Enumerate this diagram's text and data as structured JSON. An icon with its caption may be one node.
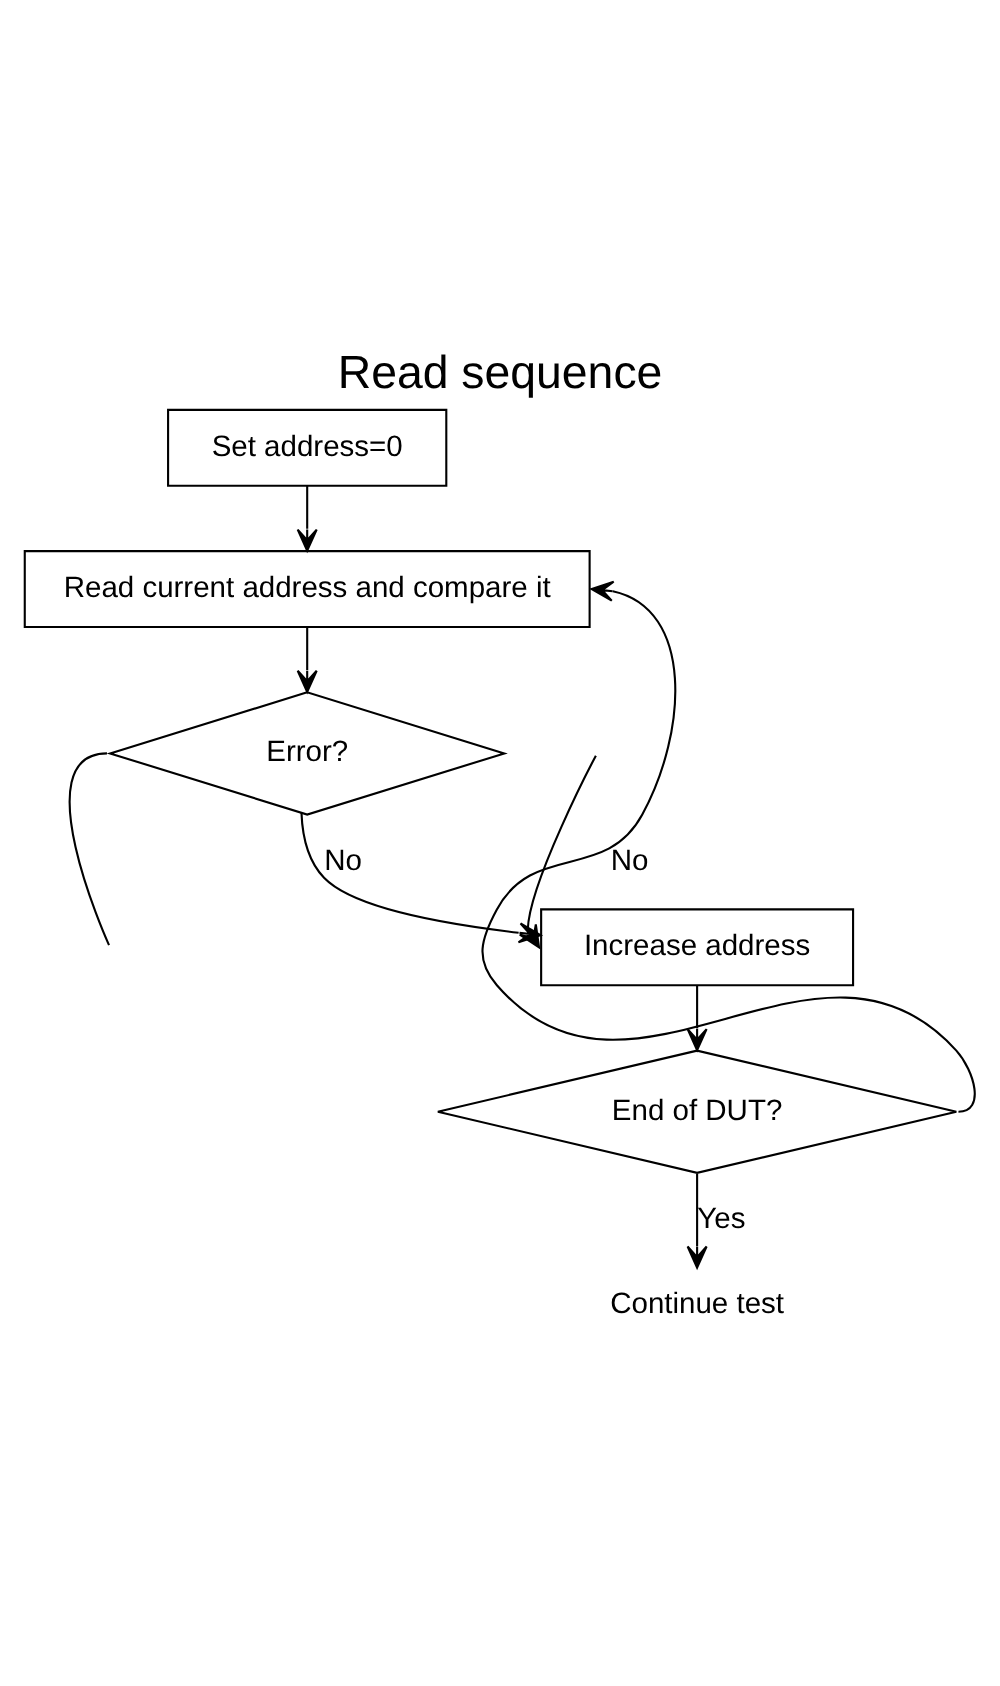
{
  "diagram": {
    "title": "Read sequence",
    "nodes": [
      {
        "text": [
          "Set address=0"
        ]
      },
      {
        "text": [
          "Read current address and compare it"
        ]
      },
      {
        "text": [
          "Error?"
        ]
      },
      {
        "text": [
          "Increase address"
        ]
      },
      {
        "text": [
          "End of DUT?"
        ]
      },
      {
        "text": [
          "Continue test"
        ]
      }
    ],
    "edges": [
      {
        "from": 0,
        "to": 1,
        "arrow": "to"
      },
      {
        "from": 1,
        "to": 2,
        "arrow": "to"
      },
      {
        "from": 2,
        "to": null,
        "arrow": "none"
      },
      {
        "from": 2,
        "to": 3,
        "label": "No",
        "arrow": "to"
      },
      {
        "from": null,
        "to": 3,
        "arrow": "to"
      },
      {
        "from": 3,
        "to": 4,
        "arrow": "to"
      },
      {
        "from": 4,
        "to": 1,
        "label": "No",
        "arrow": "to"
      },
      {
        "from": 4,
        "to": 5,
        "label": "Yes",
        "arrow": "to"
      }
    ]
  }
}
